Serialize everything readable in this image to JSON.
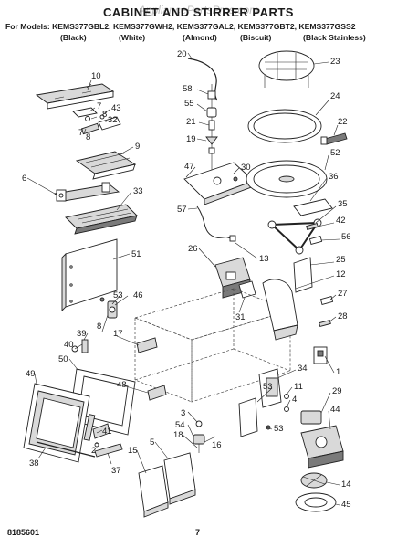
{
  "page": {
    "title": "CABINET AND STIRRER PARTS",
    "watermark": "AppliancePartsPros.com",
    "models_line": "For Models: KEMS377GBL2, KEMS377GWH2, KEMS377GAL2, KEMS377GBT2, KEMS377GSS2",
    "colors": [
      "(Black)",
      "(White)",
      "(Almond)",
      "(Biscuit)",
      "(Black Stainless)"
    ],
    "doc_number": "8185601",
    "page_number": "7"
  },
  "callouts": {
    "c1": "1",
    "c2": "2",
    "c3": "3",
    "c4": "4",
    "c5": "5",
    "c6": "6",
    "c7": "7",
    "c8": "8",
    "c9": "9",
    "c10": "10",
    "c11": "11",
    "c12": "12",
    "c13": "13",
    "c14": "14",
    "c15": "15",
    "c16": "16",
    "c17": "17",
    "c18": "18",
    "c19": "19",
    "c20": "20",
    "c21": "21",
    "c22": "22",
    "c23": "23",
    "c24": "24",
    "c25": "25",
    "c26": "26",
    "c27": "27",
    "c28": "28",
    "c29": "29",
    "c30": "30",
    "c31": "31",
    "c32": "32",
    "c33": "33",
    "c34": "34",
    "c35": "35",
    "c36": "36",
    "c37": "37",
    "c38": "38",
    "c39": "39",
    "c40": "40",
    "c41": "41",
    "c42": "42",
    "c43": "43",
    "c44": "44",
    "c45": "45",
    "c46": "46",
    "c47": "47",
    "c48": "48",
    "c49": "49",
    "c50": "50",
    "c51": "51",
    "c52": "52",
    "c53": "53",
    "c54": "54",
    "c55": "55",
    "c56": "56",
    "c57": "57",
    "c58": "58"
  }
}
